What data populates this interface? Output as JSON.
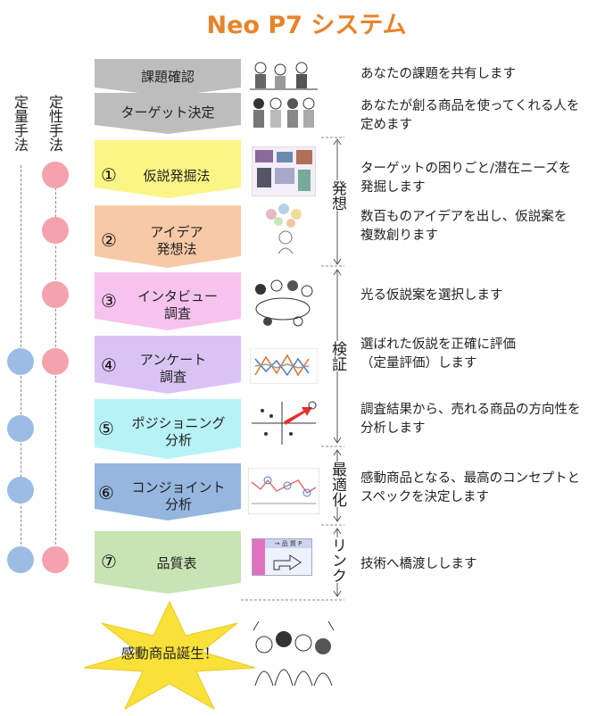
{
  "title": "Neo P7 システム",
  "left_labels": {
    "quantitative": "定量手法",
    "qualitative": "定性手法"
  },
  "steps": [
    {
      "id": "kadai",
      "num": "",
      "label": "課題確認",
      "desc": [
        "あなたの課題を共有します"
      ],
      "color": "#BDBDBD"
    },
    {
      "id": "target",
      "num": "",
      "label": "ターゲット決定",
      "desc": [
        "あなたが創る商品を使ってくれる人を",
        "定めます"
      ],
      "color": "#BDBDBD"
    },
    {
      "id": "kasetsu",
      "num": "①",
      "label": "仮説発掘法",
      "desc": [
        "ターゲットの困りごと/潜在ニーズを",
        "発掘します"
      ],
      "color": "#FBF586"
    },
    {
      "id": "idea",
      "num": "②",
      "label": "アイデア\n発想法",
      "desc": [
        "数百ものアイデアを出し、仮説案を",
        "複数創ります"
      ],
      "color": "#F7C9A6"
    },
    {
      "id": "interview",
      "num": "③",
      "label": "インタビュー\n調査",
      "desc": [
        "光る仮説案を選択します"
      ],
      "color": "#F6C3EE"
    },
    {
      "id": "enquete",
      "num": "④",
      "label": "アンケート\n調査",
      "desc": [
        "選ばれた仮説を正確に評価",
        "（定量評価）します"
      ],
      "color": "#D9C3F4"
    },
    {
      "id": "positioning",
      "num": "⑤",
      "label": "ポジショニング\n分析",
      "desc": [
        "調査結果から、売れる商品の方向性を",
        "分析します"
      ],
      "color": "#B7F2F6"
    },
    {
      "id": "conjoint",
      "num": "⑥",
      "label": "コンジョイント\n分析",
      "desc": [
        "感動商品となる、最高のコンセプトと",
        "スペックを決定します"
      ],
      "color": "#95B6DE"
    },
    {
      "id": "hinshitsu",
      "num": "⑦",
      "label": "品質表",
      "desc": [
        "技術へ橋渡しします"
      ],
      "color": "#C8E4B2"
    }
  ],
  "phases": [
    {
      "id": "hasso",
      "label": "発想"
    },
    {
      "id": "kensho",
      "label": "検証"
    },
    {
      "id": "saitekika",
      "label": "最適化"
    },
    {
      "id": "link",
      "label": "リンク"
    }
  ],
  "final": {
    "label": "感動商品誕生！"
  },
  "quality_chart_header": "→ 品 質 P"
}
